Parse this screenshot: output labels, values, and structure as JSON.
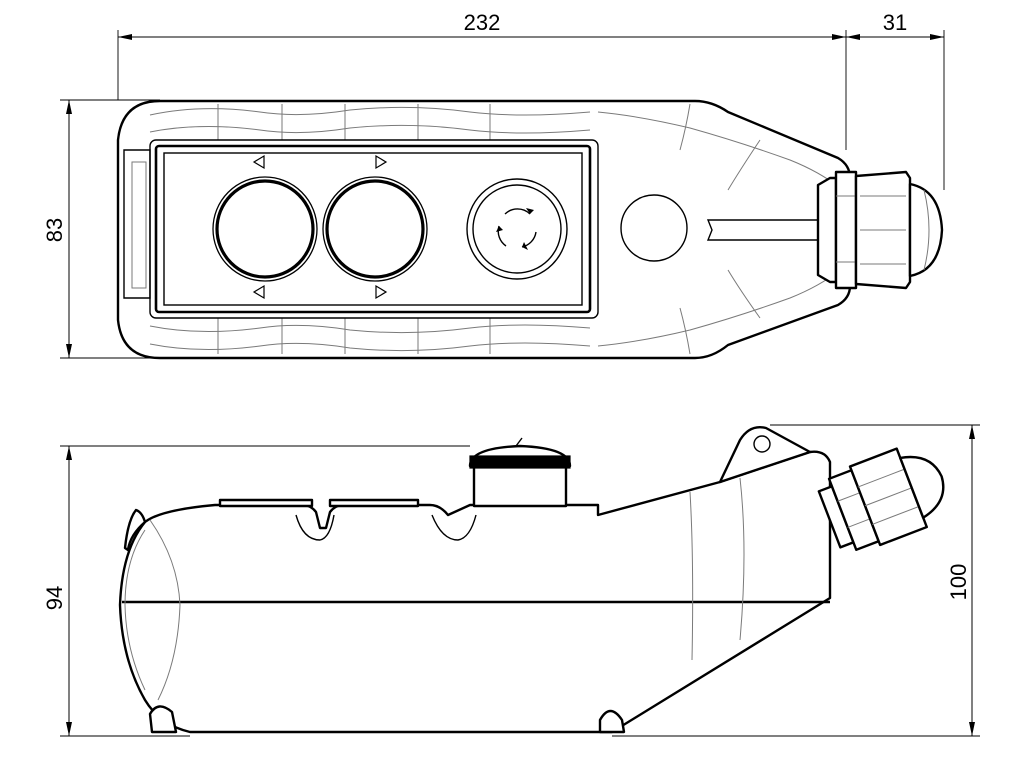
{
  "dimensions": {
    "top_width": "232",
    "top_gland": "31",
    "top_height": "83",
    "side_height_left": "94",
    "side_height_right": "100"
  },
  "views": {
    "top_view": {
      "push_buttons": 2,
      "emergency_stop": 1,
      "indicator": 1
    },
    "side_view": {
      "cable_gland": 1
    }
  },
  "colors": {
    "line": "#000000",
    "detail": "#7a7a7a",
    "background": "#ffffff"
  },
  "icons": {
    "arrow_up": "triangle",
    "rotate": "circular-arrows"
  }
}
